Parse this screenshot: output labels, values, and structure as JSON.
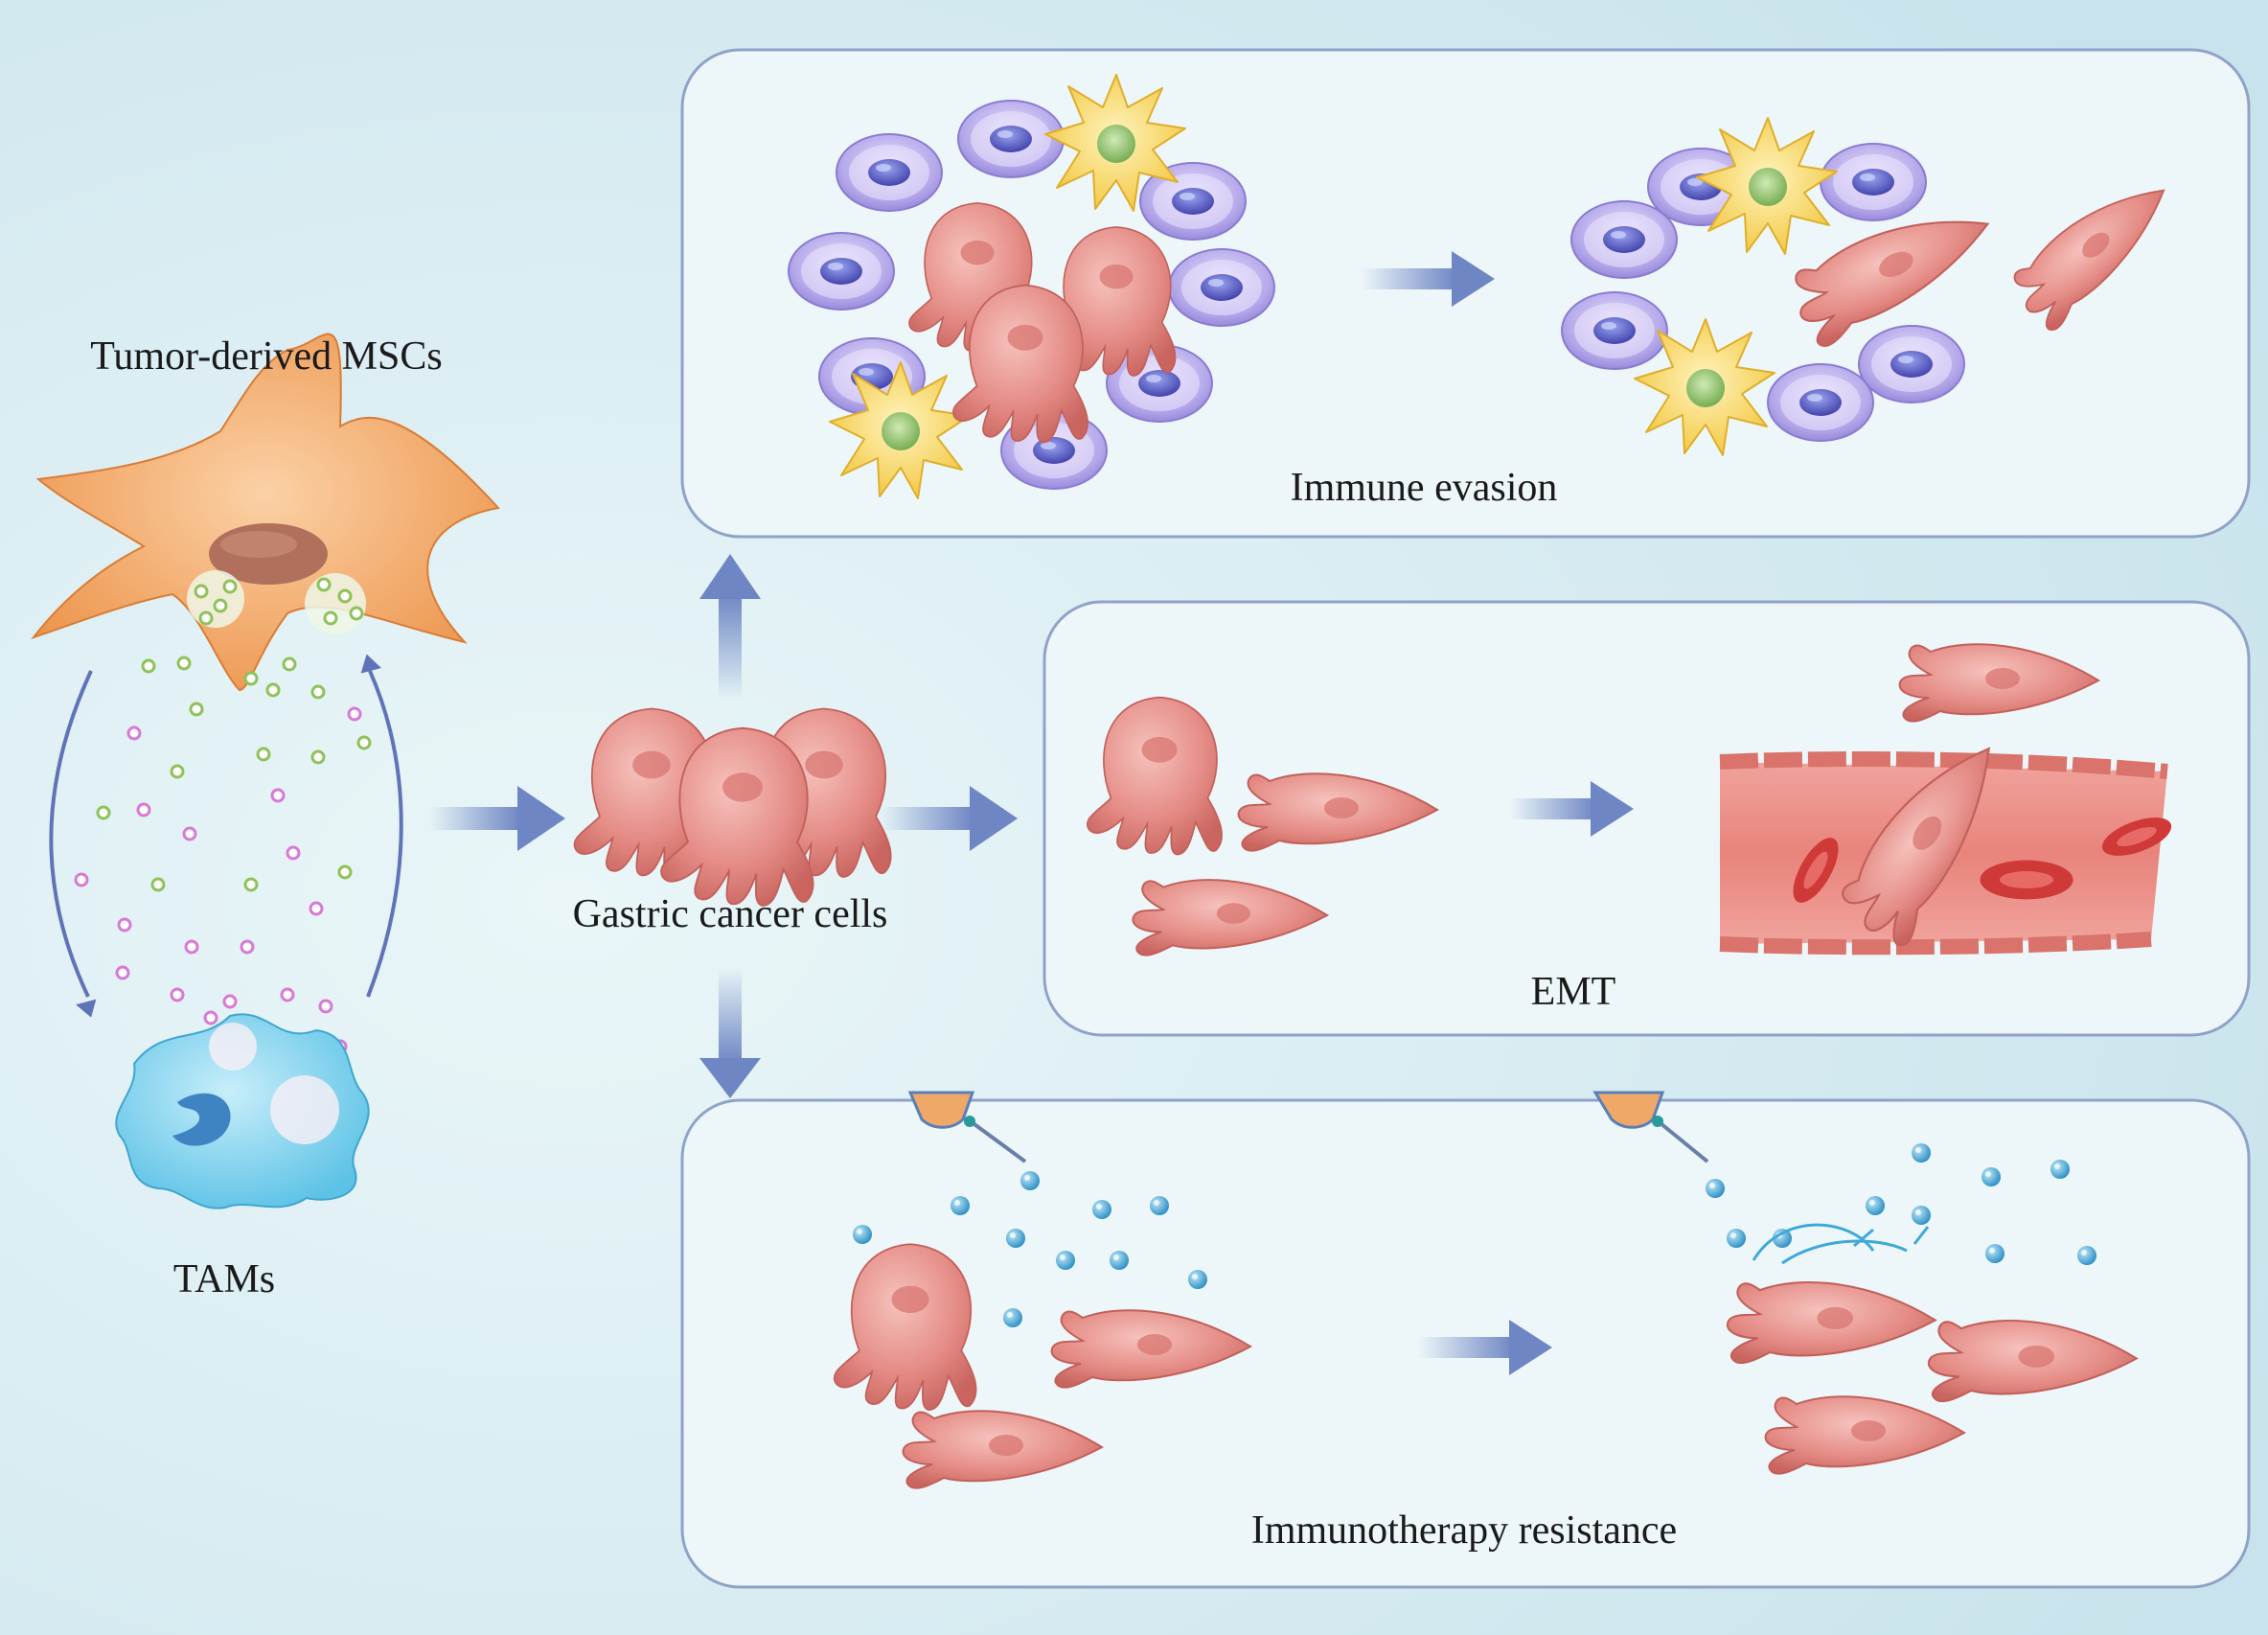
{
  "labels": {
    "msc": "Tumor-derived MSCs",
    "tam": "TAMs",
    "gastric": "Gastric cancer cells",
    "immune_evasion": "Immune evasion",
    "emt": "EMT",
    "immunotherapy_resistance": "Immunotherapy resistance"
  },
  "colors": {
    "background": "#d3eaf0",
    "panel": "#edf7f9",
    "panel_border": "#8fa2c9",
    "arrow": "#6f86c4",
    "cancer_cell": "#e8948f",
    "lymphocyte": "#a79be0",
    "dendritic_cell": "#f7d65a",
    "msc_cell": "#f0a060",
    "tam_cell": "#7fd0ec",
    "vesicle_green": "#8fc25a",
    "vesicle_pink": "#d87ad4",
    "drug_particle": "#3fa9d8",
    "vessel": "#e87f78",
    "red_blood_cell": "#d9403e"
  },
  "icons": {
    "msc": "mesenchymal-stem-cell-icon",
    "tam": "macrophage-icon",
    "cancer": "cancer-cell-icon",
    "lymphocyte": "lymphocyte-icon",
    "dendritic": "dendritic-cell-icon",
    "vessel": "blood-vessel-icon",
    "syringe": "syringe-icon"
  }
}
